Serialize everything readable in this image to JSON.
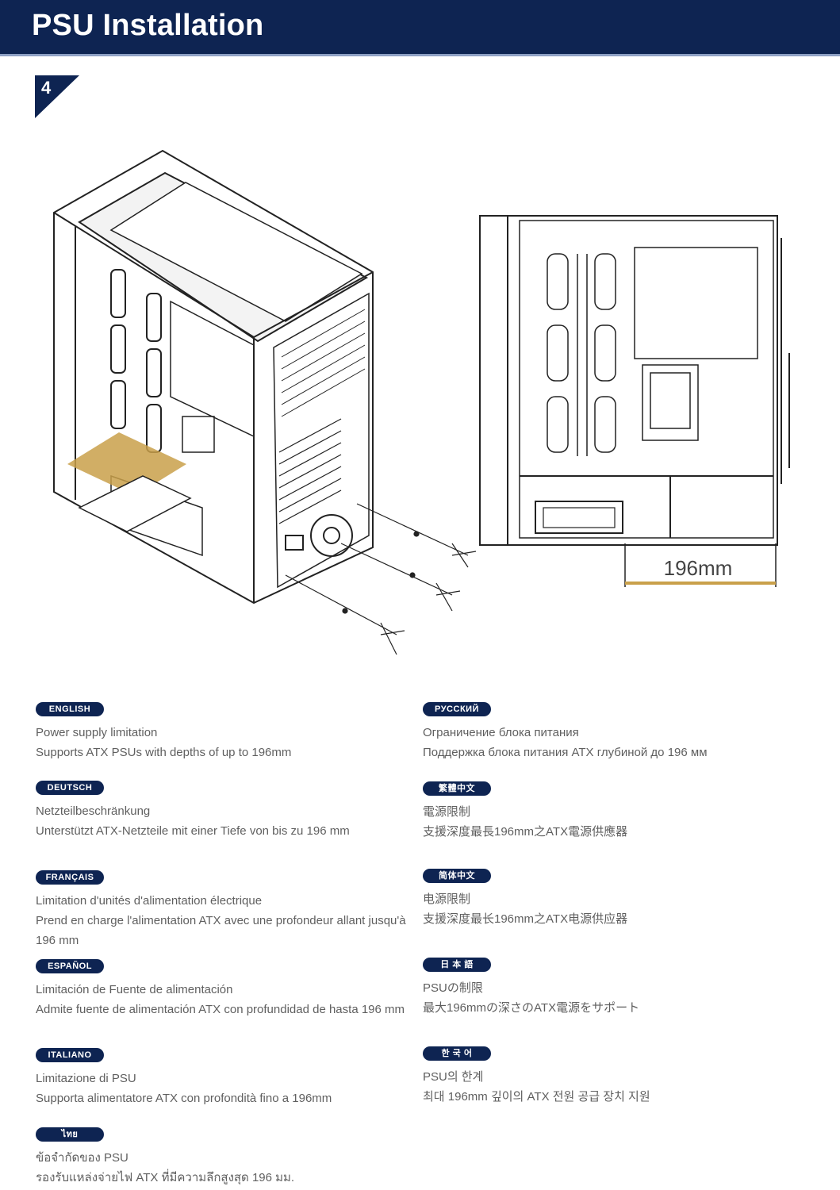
{
  "header": {
    "title": "PSU Installation"
  },
  "step": {
    "number": "4"
  },
  "diagram": {
    "dimension_label": "196mm",
    "accent_color": "#c9a04a"
  },
  "languages": {
    "english": {
      "tag": "ENGLISH",
      "line1": "Power supply limitation",
      "line2": "Supports ATX PSUs with depths of up to 196mm"
    },
    "deutsch": {
      "tag": "DEUTSCH",
      "line1": "Netzteilbeschränkung",
      "line2": "Unterstützt ATX-Netzteile mit einer Tiefe von bis zu 196 mm"
    },
    "francais": {
      "tag": "FRANÇAIS",
      "line1": "Limitation d'unités d'alimentation électrique",
      "line2": "Prend en charge l'alimentation ATX avec une profondeur allant jusqu'à 196 mm"
    },
    "espanol": {
      "tag": "ESPAÑOL",
      "line1": "Limitación de Fuente de alimentación",
      "line2": "Admite fuente de alimentación ATX con profundidad de hasta 196 mm"
    },
    "italiano": {
      "tag": "ITALIANO",
      "line1": "Limitazione di PSU",
      "line2": "Supporta alimentatore ATX con profondità fino a 196mm"
    },
    "thai": {
      "tag": "ไทย",
      "line1": "ข้อจำกัดของ PSU",
      "line2": "รองรับแหล่งจ่ายไฟ ATX ที่มีความลึกสูงสุด 196 มม."
    },
    "russian": {
      "tag": "РУССКИЙ",
      "line1": "Ограничение блока питания",
      "line2": "Поддержка блока питания ATX глубиной до 196 мм"
    },
    "trad_chinese": {
      "tag": "繁體中文",
      "line1": "電源限制",
      "line2": "支援深度最長196mm之ATX電源供應器"
    },
    "simp_chinese": {
      "tag": "简体中文",
      "line1": "电源限制",
      "line2": "支援深度最长196mm之ATX电源供应器"
    },
    "japanese": {
      "tag": "日 本 語",
      "line1": "PSUの制限",
      "line2": "最大196mmの深さのATX電源をサポート"
    },
    "korean": {
      "tag": "한 국 어",
      "line1": "PSU의 한계",
      "line2": "최대 196mm 깊이의 ATX 전원 공급 장치 지원"
    }
  }
}
